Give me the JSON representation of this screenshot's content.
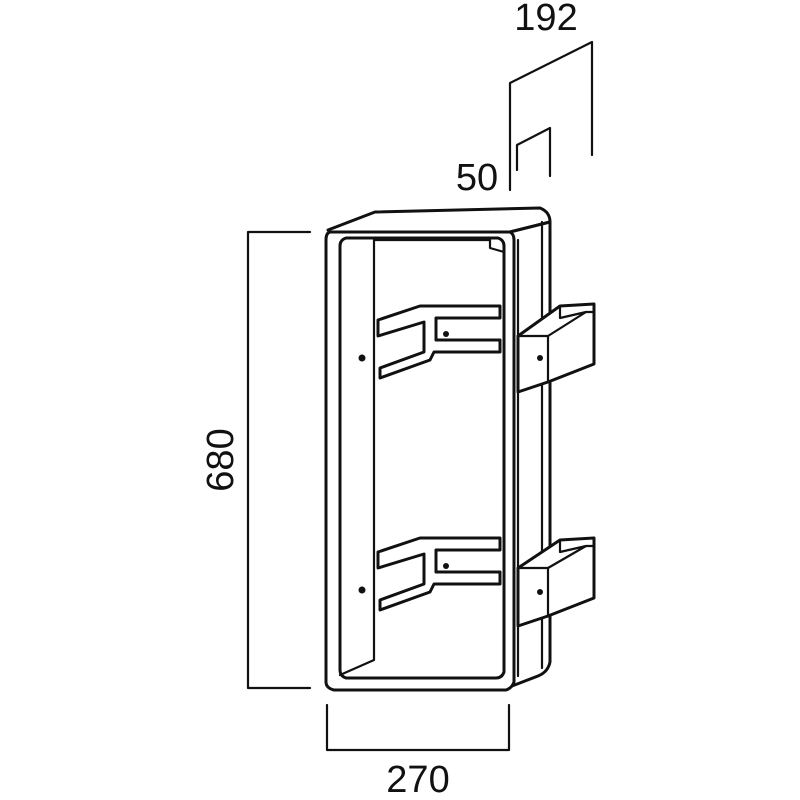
{
  "dimensions": {
    "depth_total": "192",
    "depth_bracket": "50",
    "height": "680",
    "width": "270"
  }
}
